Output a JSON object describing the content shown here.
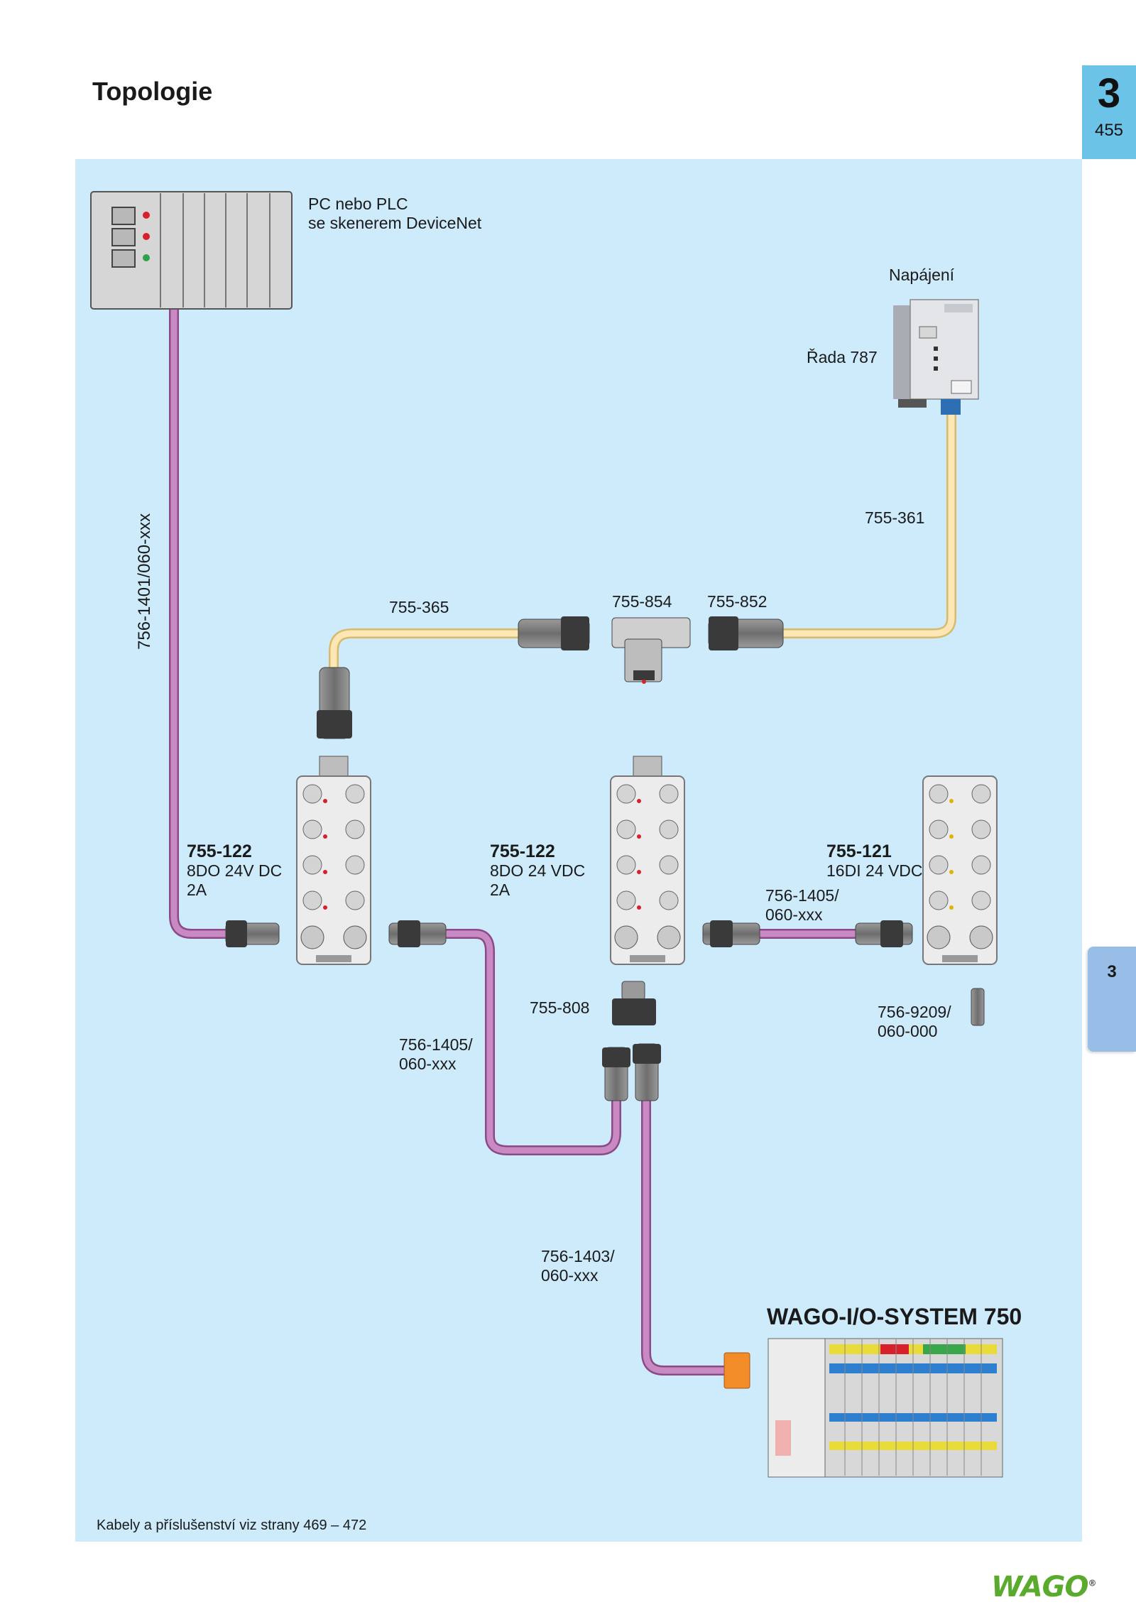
{
  "page": {
    "title": "Topologie",
    "chapter": "3",
    "page_number": "455",
    "side_tab": "3"
  },
  "devices": {
    "plc": {
      "line1": "PC nebo PLC",
      "line2": "se skenerem DeviceNet"
    },
    "power": {
      "title": "Napájení",
      "series": "Řada 787"
    },
    "module_a": {
      "code": "755-122",
      "line1": "8DO 24V DC",
      "line2": "2A"
    },
    "module_b": {
      "code": "755-122",
      "line1": "8DO 24 VDC",
      "line2": "2A"
    },
    "module_c": {
      "code": "755-121",
      "line1": "16DI 24 VDC"
    },
    "wago_system": "WAGO-I/O-SYSTEM 750"
  },
  "cables": {
    "trunk_vertical": "756-1401/060-xxx",
    "power_cable": "755-361",
    "yellow_left": "755-365",
    "tee": "755-854",
    "connector_right": "755-852",
    "drop_c_line1": "756-1405/",
    "drop_c_line2": "060-xxx",
    "terminator_line1": "756-9209/",
    "terminator_line2": "060-000",
    "splitter": "755-808",
    "drop_b_line1": "756-1405/",
    "drop_b_line2": "060-xxx",
    "bottom_line1": "756-1403/",
    "bottom_line2": "060-xxx"
  },
  "footnote": "Kabely a příslušenství viz strany 469 – 472",
  "logo": "WAGO",
  "colors": {
    "panel": "#cdebfb",
    "tab": "#6cc3e8",
    "side_tab": "#98bde6",
    "cable_purple": "#b66fb0",
    "cable_yellow": "#f8dc9a",
    "logo_green": "#5aaa2d"
  }
}
